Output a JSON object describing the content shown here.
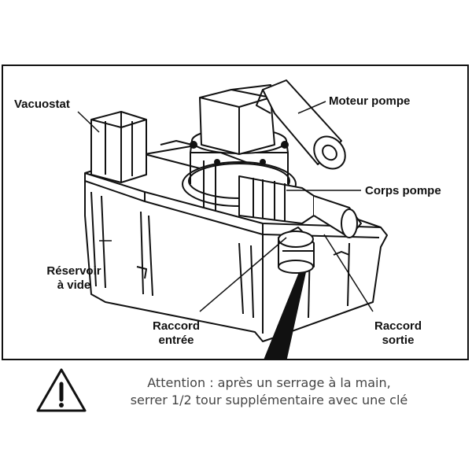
{
  "diagram": {
    "labels": {
      "vacuostat": "Vacuostat",
      "moteur_pompe": "Moteur pompe",
      "corps_pompe": "Corps pompe",
      "reservoir_line1": "Réservoir",
      "reservoir_line2": "à vide",
      "raccord_entree_line1": "Raccord",
      "raccord_entree_line2": "entrée",
      "raccord_sortie_line1": "Raccord",
      "raccord_sortie_line2": "sortie"
    }
  },
  "warning": {
    "icon": "warning-triangle-icon",
    "line1": "Attention : après un serrage à la main,",
    "line2": "serrer 1/2 tour supplémentaire avec une clé",
    "text_color": "#444444"
  }
}
